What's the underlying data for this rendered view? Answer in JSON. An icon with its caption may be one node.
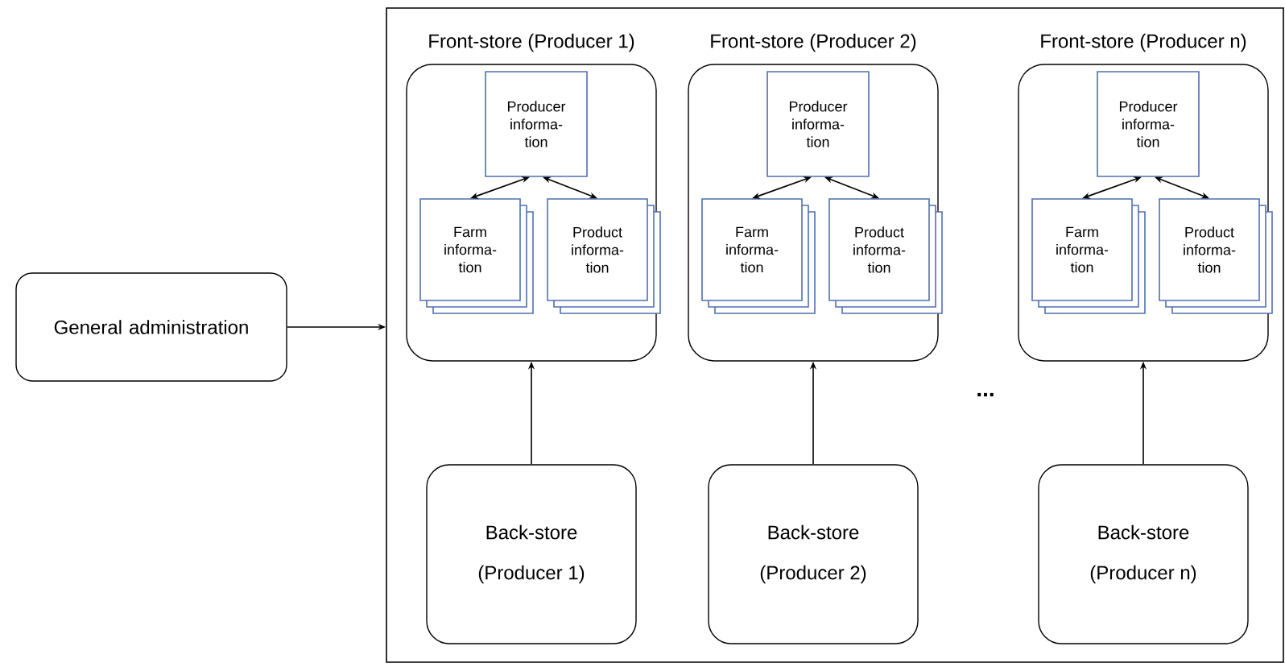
{
  "diagram": {
    "nodes": [
      {
        "text": [
          "General administration"
        ]
      },
      {
        "text": [],
        "shape": "box"
      },
      {
        "text": [
          "Front-store (Producer 1)"
        ],
        "in": 1
      },
      {
        "text": [
          "Producer informa- tion"
        ],
        "in": 2
      },
      {
        "text": [
          "Farm informa- tion"
        ],
        "in": 2
      },
      {
        "text": [
          "Product informa- tion"
        ],
        "in": 2
      },
      {
        "text": [
          "Front-store (Producer 2)"
        ],
        "in": 1
      },
      {
        "text": [
          "Producer informa- tion"
        ],
        "in": 6
      },
      {
        "text": [
          "Farm informa- tion"
        ],
        "in": 6
      },
      {
        "text": [
          "Product informa- tion"
        ],
        "in": 6
      },
      {
        "text": [
          "Front-store (Producer n)"
        ],
        "in": 1
      },
      {
        "text": [
          "Producer informa- tion"
        ],
        "in": 10
      },
      {
        "text": [
          "Farm informa- tion"
        ],
        "in": 10
      },
      {
        "text": [
          "Product informa- tion"
        ],
        "in": 10
      },
      {
        "text": [
          "Back-store",
          "(Producer 1)"
        ],
        "in": 1
      },
      {
        "text": [
          "Back-store",
          "(Producer 2)"
        ],
        "in": 1
      },
      {
        "text": [
          "Back-store",
          "(Producer n)"
        ],
        "in": 1
      }
    ],
    "edges": [
      {
        "from": 0,
        "to": 1,
        "arrow": "to"
      },
      {
        "from": 3,
        "to": 4,
        "arrow": "both"
      },
      {
        "from": 3,
        "to": 5,
        "arrow": "both"
      },
      {
        "from": 7,
        "to": 8,
        "arrow": "both"
      },
      {
        "from": 7,
        "to": 9,
        "arrow": "both"
      },
      {
        "from": 11,
        "to": 12,
        "arrow": "both"
      },
      {
        "from": 11,
        "to": 13,
        "arrow": "both"
      },
      {
        "from": 14,
        "to": 2,
        "arrow": "to"
      },
      {
        "from": 15,
        "to": 6,
        "arrow": "to"
      },
      {
        "from": 16,
        "to": 10,
        "arrow": "to"
      }
    ],
    "labels": [
      "..."
    ]
  }
}
